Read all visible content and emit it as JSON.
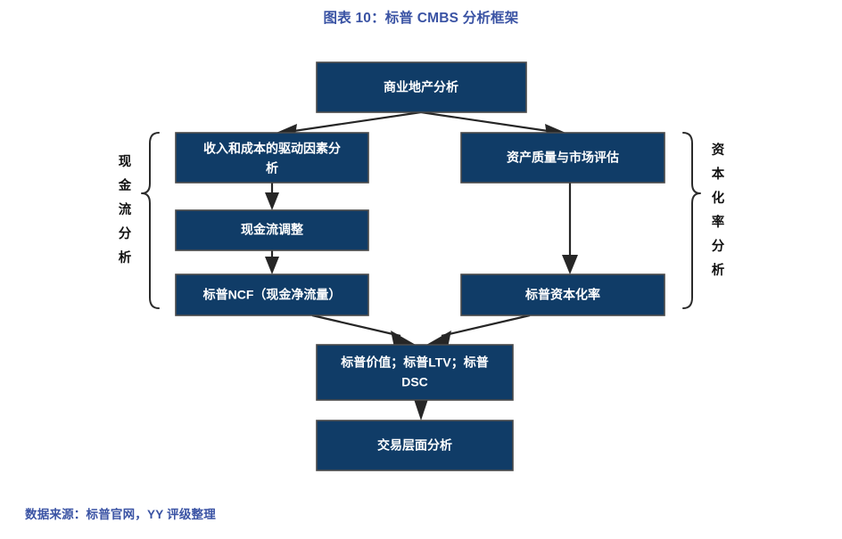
{
  "title": "图表 10：标普 CMBS 分析框架",
  "source_note": "数据来源：标普官网，YY 评级整理",
  "colors": {
    "title": "#3a53a4",
    "node_fill": "#103c67",
    "node_text": "#ffffff",
    "edge": "#262626",
    "brace": "#2b2b2b",
    "background": "#ffffff"
  },
  "nodes": {
    "root": {
      "label": "商业地产分析",
      "lines": [
        "商业地产分析"
      ]
    },
    "revenue_cost_drivers": {
      "label": "收入和成本的驱动因素分析",
      "lines": [
        "收入和成本的驱动因素分",
        "析"
      ]
    },
    "cashflow_adjustment": {
      "label": "现金流调整",
      "lines": [
        "现金流调整"
      ]
    },
    "sp_ncf": {
      "label": "标普NCF（现金净流量）",
      "lines": [
        "标普NCF（现金净流量）"
      ]
    },
    "asset_quality_market": {
      "label": "资产质量与市场评估",
      "lines": [
        "资产质量与市场评估"
      ]
    },
    "sp_cap_rate": {
      "label": "标普资本化率",
      "lines": [
        "标普资本化率"
      ]
    },
    "sp_value_ltv_dsc": {
      "label": "标普价值；标普LTV；标普DSC",
      "lines": [
        "标普价值；标普LTV；标普",
        "DSC"
      ]
    },
    "transaction_level": {
      "label": "交易层面分析",
      "lines": [
        "交易层面分析"
      ]
    }
  },
  "group_labels": {
    "left": {
      "label": "现金流分析",
      "chars": [
        "现",
        "金",
        "流",
        "分",
        "析"
      ]
    },
    "right": {
      "label": "资本化率分析",
      "chars": [
        "资",
        "本",
        "化",
        "率",
        "分",
        "析"
      ]
    }
  },
  "edges": [
    {
      "name": "root-to-revenue-cost-drivers",
      "from": "root",
      "to": "revenue_cost_drivers"
    },
    {
      "name": "root-to-asset-quality",
      "from": "root",
      "to": "asset_quality_market"
    },
    {
      "name": "revenue-to-cashflow-adjustment",
      "from": "revenue_cost_drivers",
      "to": "cashflow_adjustment"
    },
    {
      "name": "cashflow-adjustment-to-sp-ncf",
      "from": "cashflow_adjustment",
      "to": "sp_ncf"
    },
    {
      "name": "asset-quality-to-cap-rate",
      "from": "asset_quality_market",
      "to": "sp_cap_rate"
    },
    {
      "name": "sp-ncf-to-value-ltv-dsc",
      "from": "sp_ncf",
      "to": "sp_value_ltv_dsc"
    },
    {
      "name": "cap-rate-to-value-ltv-dsc",
      "from": "sp_cap_rate",
      "to": "sp_value_ltv_dsc"
    },
    {
      "name": "value-ltv-dsc-to-transaction",
      "from": "sp_value_ltv_dsc",
      "to": "transaction_level"
    }
  ]
}
